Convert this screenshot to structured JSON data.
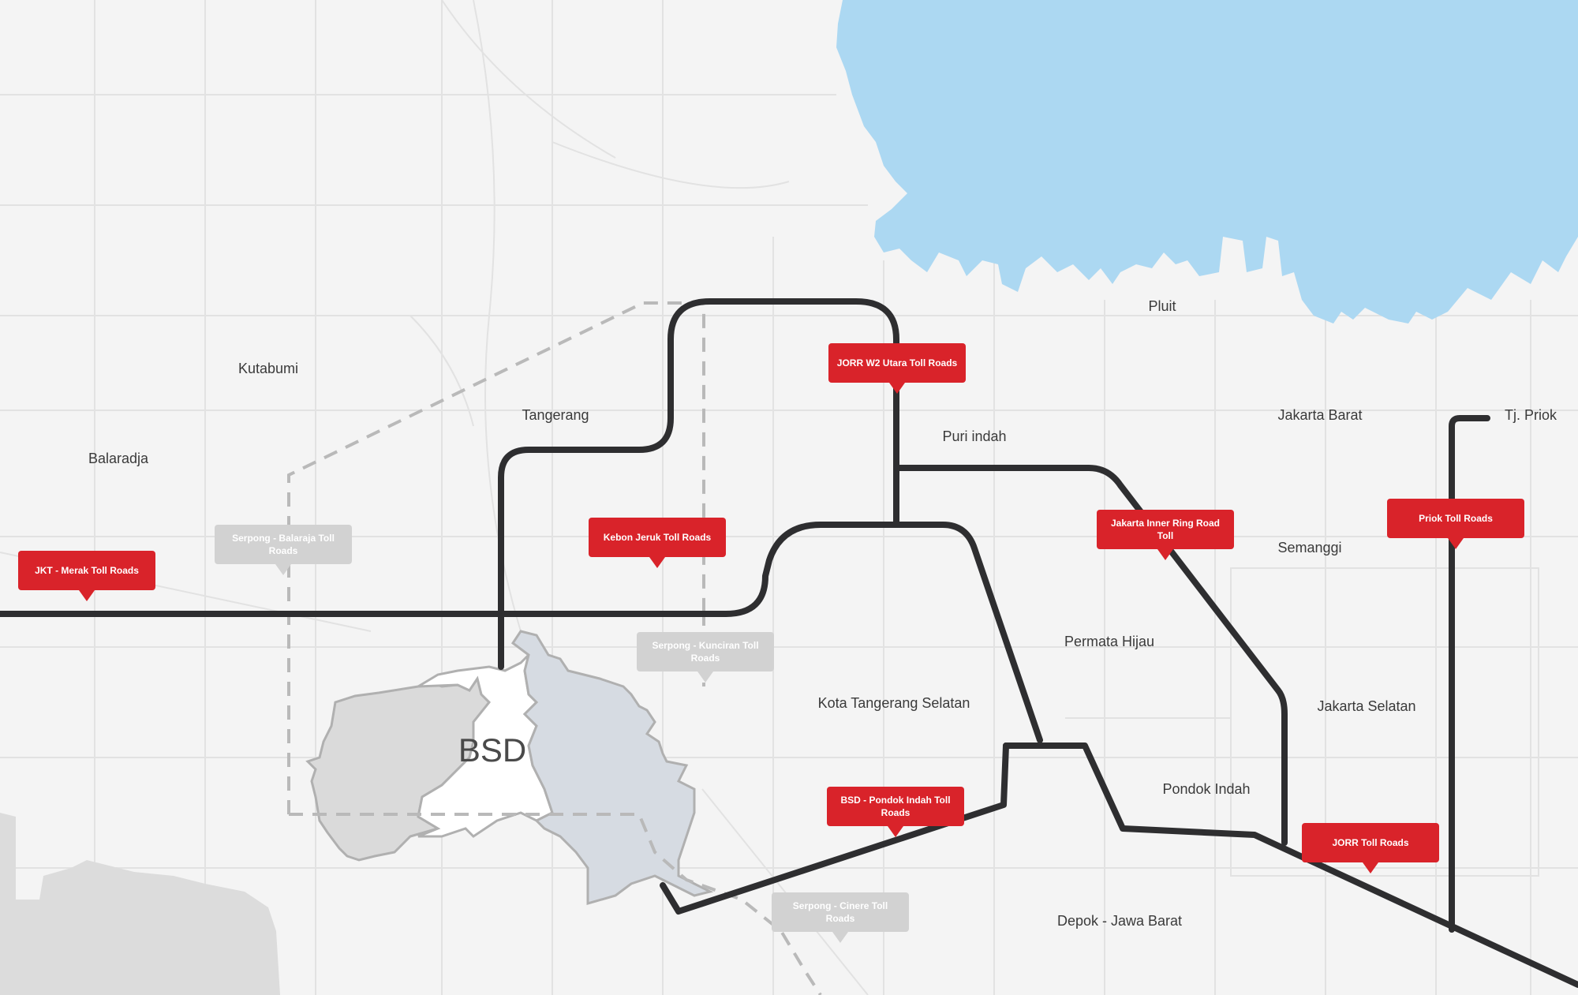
{
  "map": {
    "places": {
      "kutabumi": "Kutabumi",
      "balaradja": "Balaradja",
      "tangerang": "Tangerang",
      "pluit": "Pluit",
      "puri_indah": "Puri indah",
      "jakarta_barat": "Jakarta Barat",
      "tj_priok": "Tj. Priok",
      "semanggi": "Semanggi",
      "permata_hijau": "Permata Hijau",
      "kota_tangerang_selatan": "Kota Tangerang Selatan",
      "jakarta_selatan": "Jakarta Selatan",
      "pondok_indah": "Pondok Indah",
      "depok_jawa_barat": "Depok - Jawa Barat"
    },
    "area_label": "BSD",
    "toll_roads": {
      "jkt_merak": "JKT - Merak Toll Roads",
      "serpong_balaraja": "Serpong - Balaraja Toll Roads",
      "kebon_jeruk": "Kebon Jeruk Toll Roads",
      "jorr_w2_utara": "JORR W2 Utara Toll Roads",
      "jakarta_inner_ring": "Jakarta Inner Ring Road Toll",
      "priok": "Priok Toll Roads",
      "serpong_kunciran": "Serpong - Kunciran Toll Roads",
      "bsd_pondok_indah": "BSD - Pondok Indah Toll Roads",
      "jorr": "JORR Toll Roads",
      "serpong_cinere": "Serpong - Cinere Toll Roads"
    },
    "colors": {
      "background": "#f4f4f4",
      "sea": "#acd8f2",
      "road_active": "#2e2e30",
      "road_planned": "#b9b9b9",
      "callout_active": "#d9232a",
      "callout_planned": "#d2d2d2",
      "bsd_west": "#dadada",
      "bsd_east": "#d6dbe2"
    }
  }
}
